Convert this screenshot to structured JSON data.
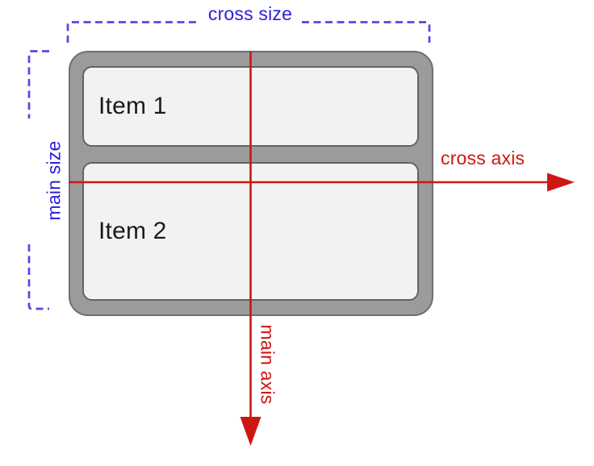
{
  "diagram": {
    "labels": {
      "cross_size": "cross size",
      "main_size": "main size",
      "cross_axis": "cross axis",
      "main_axis": "main axis"
    },
    "container": {
      "items": [
        {
          "label": "Item 1"
        },
        {
          "label": "Item 2"
        }
      ]
    }
  },
  "colors": {
    "background": "#ffffff",
    "blue": "#2b1ed8",
    "blue_dash": "#5448e6",
    "red": "#cc1712",
    "container_fill": "#9b9b9b",
    "container_border": "#707070",
    "item_fill": "#f2f2f2",
    "item_border": "#636363",
    "item_text": "#1b1b1b"
  }
}
